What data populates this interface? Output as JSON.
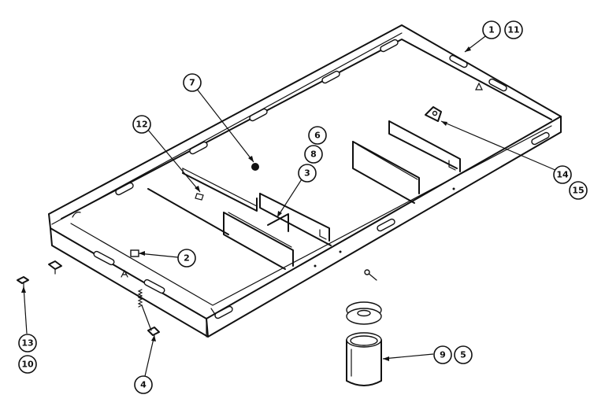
{
  "callouts": {
    "c1": "1",
    "c11": "11",
    "c7": "7",
    "c12": "12",
    "c6": "6",
    "c8": "8",
    "c3": "3",
    "c14": "14",
    "c15": "15",
    "c2": "2",
    "c13": "13",
    "c10": "10",
    "c4": "4",
    "c9": "9",
    "c5": "5"
  },
  "panel_letter": "A"
}
